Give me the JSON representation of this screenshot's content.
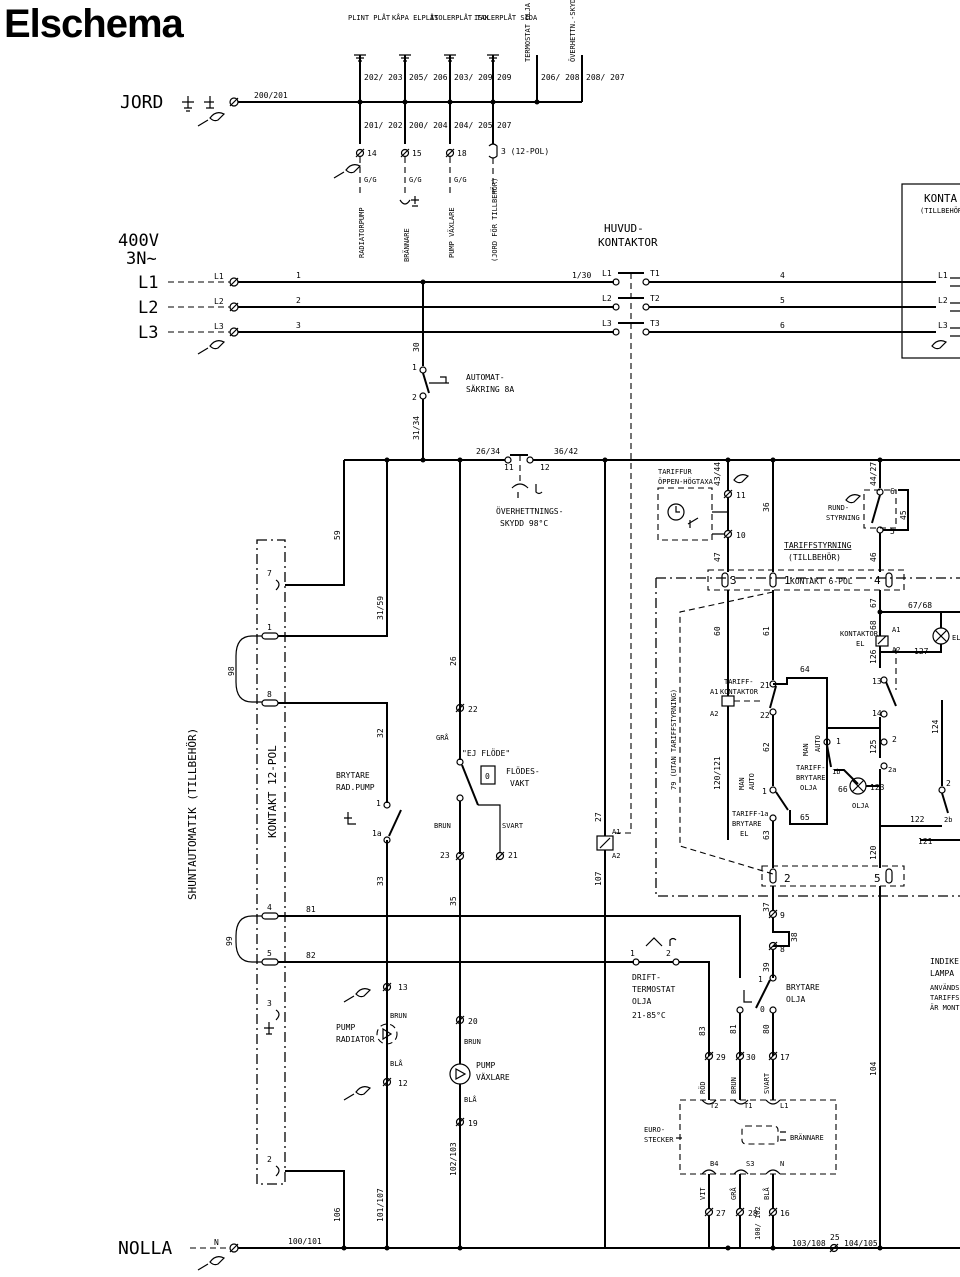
{
  "title": "Elschema",
  "bus": {
    "jord": "JORD",
    "jord_num": "200/201",
    "supply_voltage": "400V",
    "supply_phase": "3N~",
    "l1": "L1",
    "l2": "L2",
    "l3": "L3",
    "nolla": "NOLLA",
    "n": "N",
    "nolla_num": "100/101"
  },
  "earth_terminals": {
    "headers": [
      "PLINT PLÅT",
      "KÅPA ELPLÅT",
      "ISOLERPLÅT TAK",
      "ISOLERPLÅT SIDA",
      "TERMOSTAT OLJA",
      "ÖVERHETTN.-SKYDD"
    ],
    "top_nums": [
      "202/ 203",
      "205/ 206",
      "203/ 209",
      "209",
      "206/ 208",
      "208/ 207"
    ],
    "lower_nums": [
      "201/ 202",
      "200/ 204",
      "204/ 205",
      "207"
    ],
    "terminals": [
      "14",
      "15",
      "18",
      "3 (12-POL)"
    ],
    "gg": [
      "G/G",
      "G/G",
      "G/G"
    ],
    "devices": [
      "RADIATORPUMP",
      "BRÄNNARE",
      "PUMP VÄXLARE",
      "(JORD FÖR TILLBEHÖR)"
    ]
  },
  "main_contactor": {
    "label1": "HUVUD-",
    "label2": "KONTAKTOR",
    "wire_in": [
      "1",
      "2",
      "3"
    ],
    "ref": "1/30",
    "contacts_in": [
      "L1",
      "L2",
      "L3"
    ],
    "contacts_out": [
      "T1",
      "T2",
      "T3"
    ],
    "wire_out": [
      "4",
      "5",
      "6"
    ]
  },
  "external_box": {
    "label": "KONTA",
    "sub": "(TILLBEHÖR",
    "lines": [
      "L1",
      "L2",
      "L3"
    ]
  },
  "fuse": {
    "label1": "AUTOMAT-",
    "label2": "SÄKRING 8A",
    "wire": "30",
    "pin1": "1",
    "pin2": "2",
    "wire2": "31/34"
  },
  "overheat": {
    "wires": [
      "26/34",
      "36/42"
    ],
    "pins": [
      "11",
      "12"
    ],
    "label1": "ÖVERHETTNINGS-",
    "label2": "SKYDD 98°C"
  },
  "tariff_top": {
    "label1": "TARIFFUR",
    "label2": "ÖPPEN-HÖGTAXA",
    "wire": "43/44",
    "pin11": "11",
    "pin10": "10",
    "w36": "36",
    "w47": "47"
  },
  "rund": {
    "label1": "RUND-",
    "label2": "STYRNING",
    "wire": "44/27",
    "pin6": "6",
    "pin5": "5",
    "w45": "45",
    "w46": "46"
  },
  "tariff_ctrl": {
    "label1": "TARIFFSTYRNING",
    "label2": "(TILLBEHÖR)",
    "kontakt6": "KONTAKT 6-POL",
    "pins": [
      "3",
      "1",
      "4",
      "2",
      "5"
    ],
    "utan": "79 (UTAN TARIFFSTYRNING)",
    "wires": [
      "60",
      "61",
      "67",
      "67/68",
      "68",
      "64",
      "62",
      "63",
      "65",
      "66",
      "120/121",
      "120",
      "121",
      "122",
      "123",
      "124",
      "125",
      "126",
      "127",
      "13",
      "14"
    ],
    "tariff_kontaktor": [
      "TARIFF-",
      "KONTAKTOR"
    ],
    "a1": "A1",
    "a2": "A2",
    "kontaktor_el": [
      "KONTAKTOR",
      "EL"
    ],
    "man_auto": [
      "MAN",
      "AUTO"
    ],
    "tariffbrytare_olja": [
      "TARIFF-",
      "BRYTARE",
      "OLJA"
    ],
    "tariffbrytare_el": [
      "TARIFF-",
      "BRYTARE",
      "EL"
    ],
    "olja": "OLJA",
    "el": "EL",
    "contact_nums": [
      "21",
      "22",
      "1",
      "1b",
      "2",
      "2a",
      "2b",
      "1a"
    ]
  },
  "shunt": {
    "label": "SHUNTAUTOMATIK (TILLBEHÖR)",
    "kontakt": "KONTAKT 12-POL",
    "pins": [
      "7",
      "1",
      "8",
      "4",
      "5",
      "3",
      "2"
    ],
    "loops": [
      "98",
      "99"
    ],
    "wires": [
      "59",
      "31/59",
      "32",
      "33",
      "81",
      "82",
      "106",
      "101/107"
    ]
  },
  "brytare_rad": {
    "label1": "BRYTARE",
    "label2": "RAD.PUMP",
    "pin1": "1",
    "pin1a": "1a"
  },
  "pump_rad": {
    "label1": "PUMP",
    "label2": "RADIATOR",
    "t13": "13",
    "t12": "12",
    "brun": "BRUN",
    "bla": "BLÅ"
  },
  "flow": {
    "w26": "26",
    "t22": "22",
    "gra": "GRÅ",
    "label": "\"EJ FLÖDE\"",
    "vakt1": "FLÖDES-",
    "vakt2": "VAKT",
    "brun": "BRUN",
    "svart": "SVART",
    "t23": "23",
    "t21": "21",
    "w35": "35"
  },
  "pump_vaxlare": {
    "t20": "20",
    "brun": "BRUN",
    "label1": "PUMP",
    "label2": "VÄXLARE",
    "bla": "BLÅ",
    "t19": "19",
    "wire": "102/103"
  },
  "main_coil": {
    "a1": "A1",
    "a2": "A2",
    "w27": "27",
    "w107": "107"
  },
  "drift": {
    "label1": "DRIFT-",
    "label2": "TERMOSTAT",
    "label3": "OLJA",
    "label4": "21-85°C",
    "pin1": "1",
    "pin2": "2",
    "w83": "83",
    "t29": "29",
    "rod": "RÖD"
  },
  "brytare_olja": {
    "label1": "BRYTARE",
    "label2": "OLJA",
    "w37": "37",
    "t9": "9",
    "w38": "38",
    "t8": "8",
    "w39": "39",
    "pin1": "1",
    "pin0": "0",
    "w80": "80",
    "w81": "81",
    "t30": "30",
    "t17": "17",
    "brun": "BRUN",
    "svart": "SVART"
  },
  "euro": {
    "label1": "EURO-",
    "label2": "STECKER",
    "brannare": "BRÄNNARE",
    "top": [
      "T2",
      "T1",
      "L1"
    ],
    "bottom": [
      "B4",
      "S3",
      "N"
    ],
    "colors": [
      "VIT",
      "GRÅ",
      "BLÅ"
    ],
    "terms": [
      "27",
      "28",
      "16"
    ],
    "w100": "100/ 102",
    "n103": "103/108",
    "n25": "25",
    "n104": "104/105",
    "w104": "104"
  },
  "indik": {
    "label1": "INDIKE",
    "label2": "LAMPA",
    "note1": "ANVÄNDS",
    "note2": "TARIFFS",
    "note3": "ÄR MONT"
  }
}
